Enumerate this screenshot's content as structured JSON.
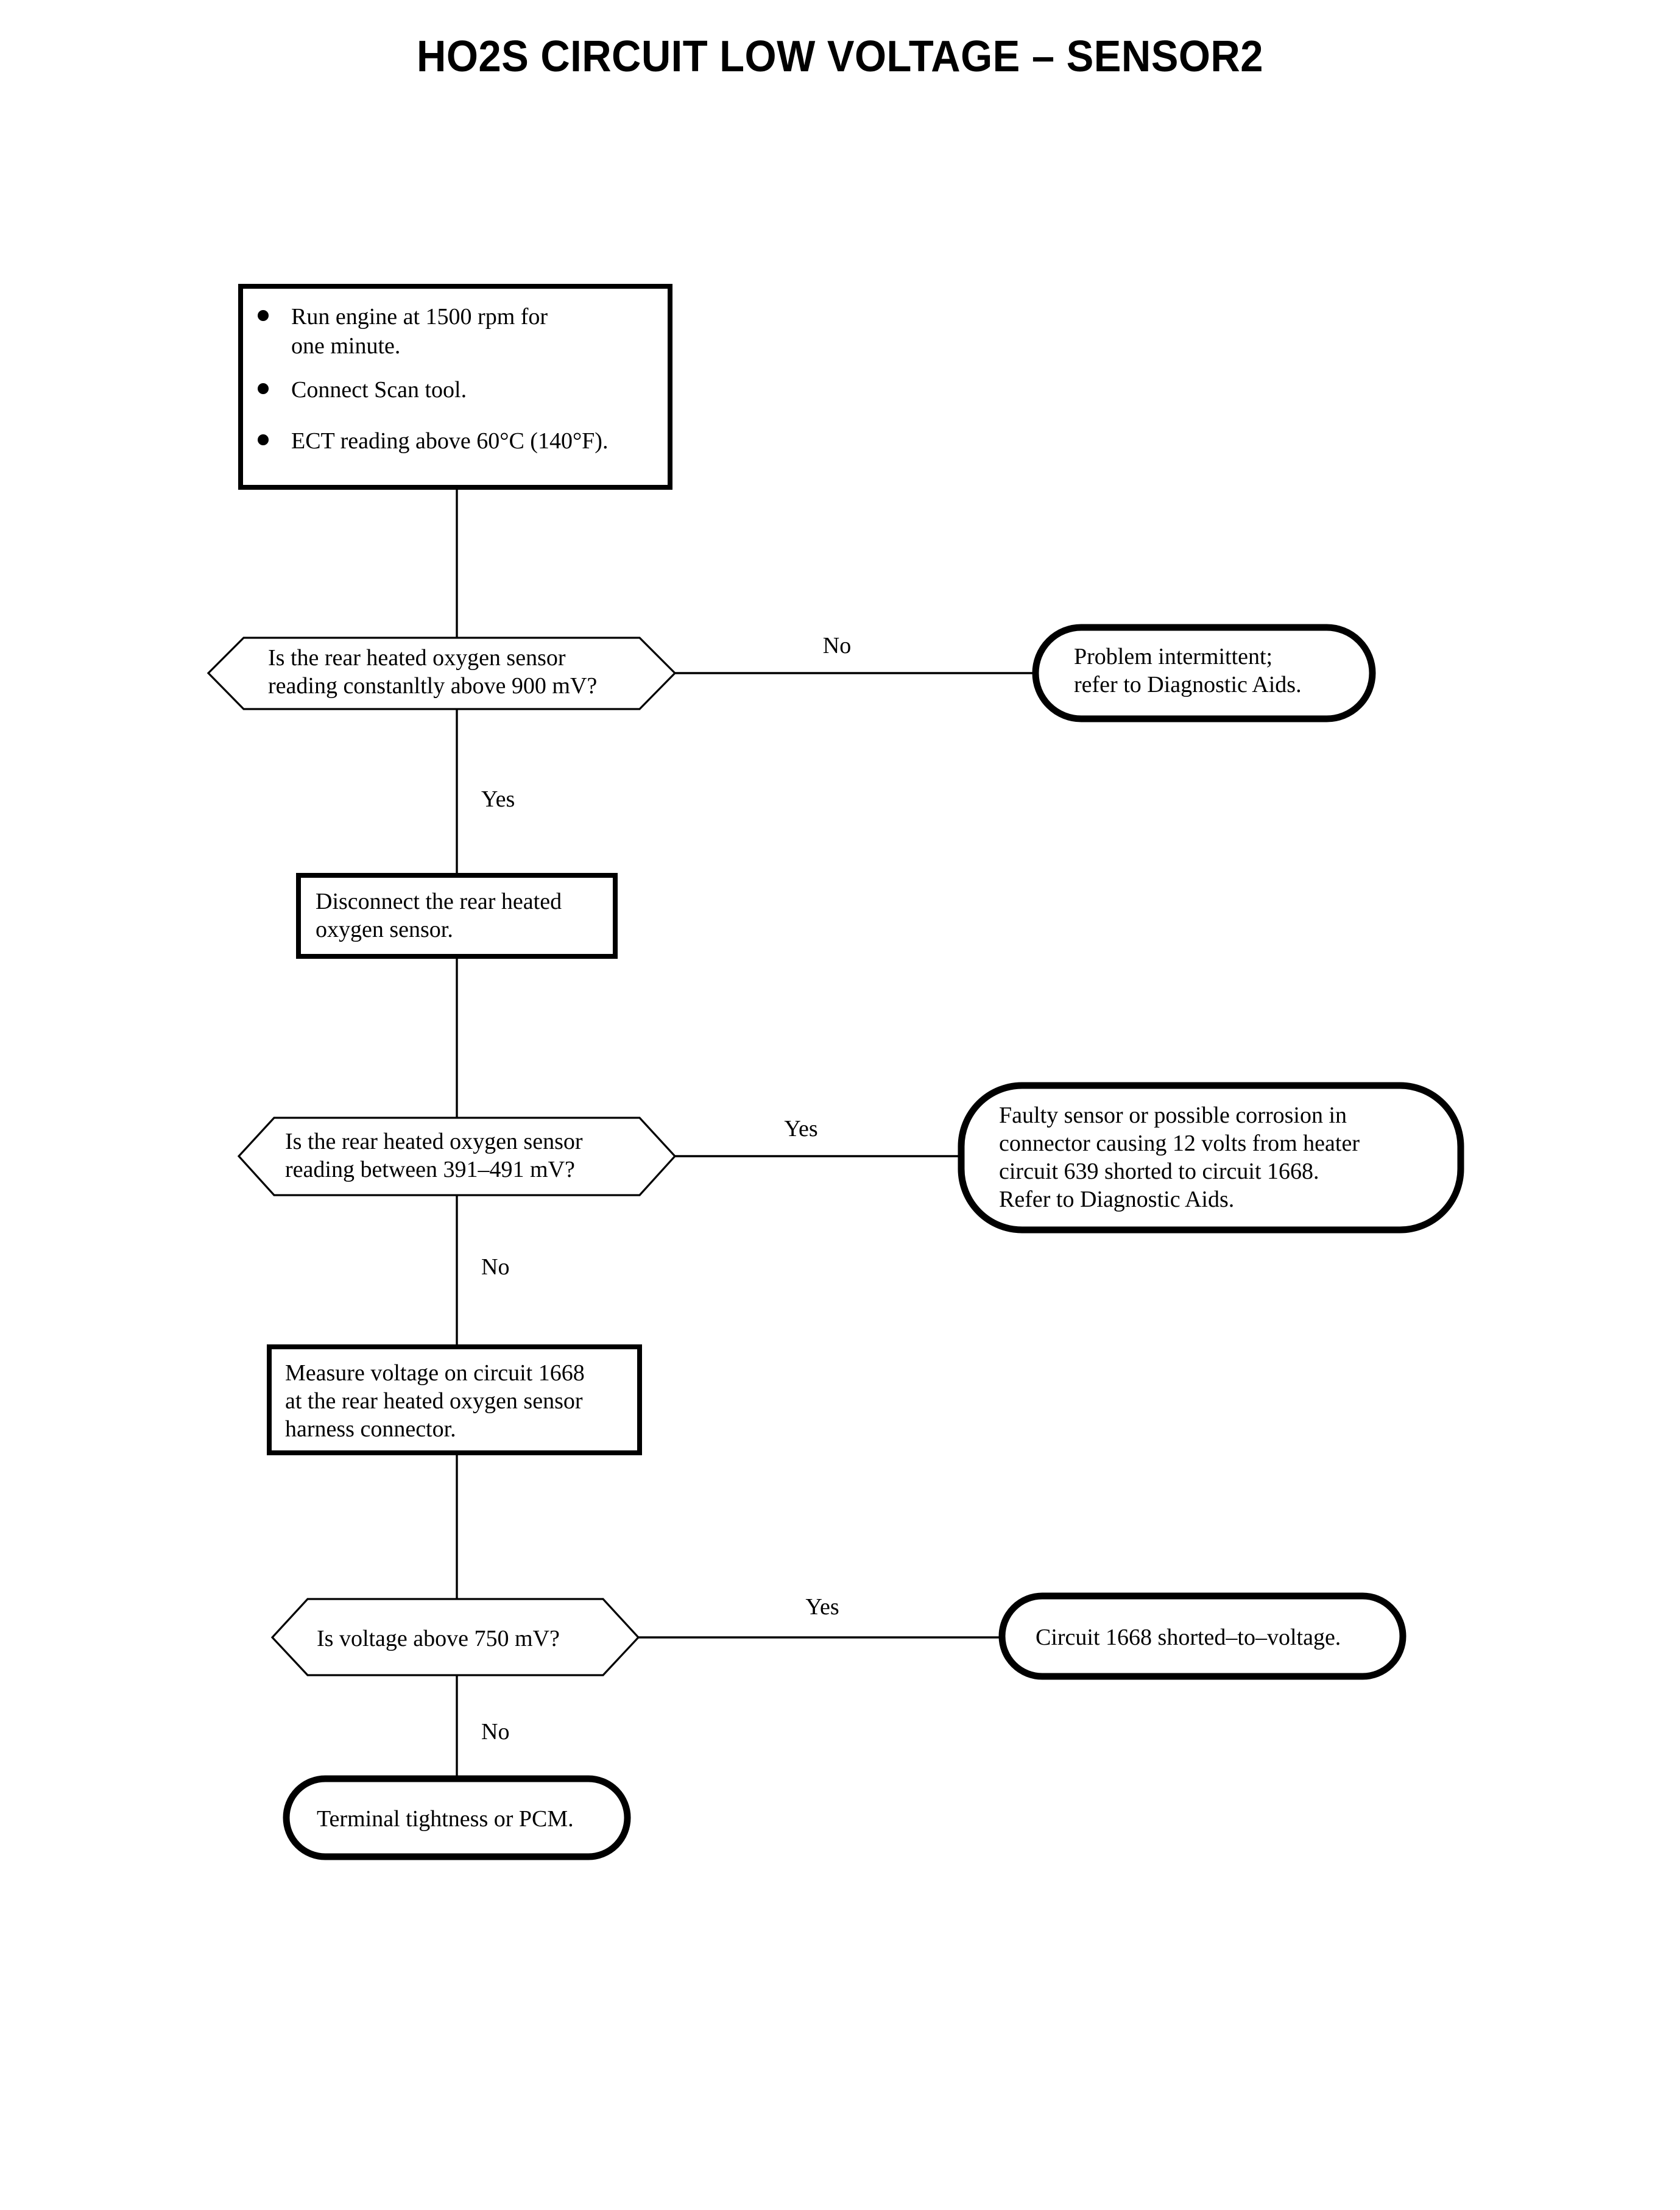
{
  "document": {
    "title": "HO2S CIRCUIT LOW VOLTAGE – SENSOR2"
  },
  "chart_data": {
    "type": "diagram",
    "diagram_kind": "flowchart",
    "title": "HO2S CIRCUIT LOW VOLTAGE – SENSOR2",
    "orientation": "top-to-bottom with right branches",
    "nodes": [
      {
        "id": "n1",
        "shape": "process",
        "lines": [
          "Run engine at 1500 rpm for",
          "one minute.",
          "Connect Scan tool.",
          "ECT reading above 60°C (140°F)."
        ]
      },
      {
        "id": "n2",
        "shape": "decision",
        "lines": [
          "Is the rear heated oxygen sensor",
          "reading constanltly above 900 mV?"
        ]
      },
      {
        "id": "n3",
        "shape": "terminator",
        "lines": [
          "Problem intermittent;",
          "refer to Diagnostic Aids."
        ]
      },
      {
        "id": "n4",
        "shape": "process",
        "lines": [
          "Disconnect the rear heated",
          "oxygen sensor."
        ]
      },
      {
        "id": "n5",
        "shape": "decision",
        "lines": [
          "Is the rear heated oxygen sensor",
          "reading between 391–491 mV?"
        ]
      },
      {
        "id": "n6",
        "shape": "terminator",
        "lines": [
          "Faulty sensor or possible corrosion in",
          "connector causing 12 volts from heater",
          "circuit 639 shorted to circuit 1668.",
          "Refer to Diagnostic Aids."
        ]
      },
      {
        "id": "n7",
        "shape": "process",
        "lines": [
          "Measure voltage on circuit 1668",
          "at the rear heated oxygen sensor",
          "harness connector."
        ]
      },
      {
        "id": "n8",
        "shape": "decision",
        "lines": [
          "Is voltage above 750 mV?"
        ]
      },
      {
        "id": "n9",
        "shape": "terminator",
        "lines": [
          "Circuit 1668 shorted–to–voltage."
        ]
      },
      {
        "id": "n10",
        "shape": "terminator",
        "lines": [
          "Terminal tightness or PCM."
        ]
      }
    ],
    "edges": [
      {
        "from": "n1",
        "to": "n2",
        "label": ""
      },
      {
        "from": "n2",
        "to": "n3",
        "label": "No"
      },
      {
        "from": "n2",
        "to": "n4",
        "label": "Yes"
      },
      {
        "from": "n4",
        "to": "n5",
        "label": ""
      },
      {
        "from": "n5",
        "to": "n6",
        "label": "Yes"
      },
      {
        "from": "n5",
        "to": "n7",
        "label": "No"
      },
      {
        "from": "n7",
        "to": "n8",
        "label": ""
      },
      {
        "from": "n8",
        "to": "n9",
        "label": "Yes"
      },
      {
        "from": "n8",
        "to": "n10",
        "label": "No"
      }
    ]
  },
  "steps": {
    "start_box": {
      "bullets": [
        {
          "line1": "Run engine at 1500 rpm for",
          "line2": "one minute."
        },
        {
          "line1": "Connect Scan tool.",
          "line2": ""
        },
        {
          "line1": "ECT reading above 60°C (140°F).",
          "line2": ""
        }
      ]
    },
    "decision_1": {
      "line1": "Is the rear heated oxygen sensor",
      "line2": "reading constanltly above 900 mV?"
    },
    "result_1": {
      "line1": "Problem intermittent;",
      "line2": "refer to Diagnostic Aids."
    },
    "process_2": {
      "line1": "Disconnect the rear heated",
      "line2": "oxygen sensor."
    },
    "decision_2": {
      "line1": "Is the rear heated oxygen sensor",
      "line2": "reading between 391–491 mV?"
    },
    "result_2": {
      "line1": "Faulty sensor or possible corrosion in",
      "line2": "connector causing 12 volts from heater",
      "line3": "circuit 639 shorted to circuit 1668.",
      "line4": "Refer to Diagnostic Aids."
    },
    "process_3": {
      "line1": "Measure voltage on circuit 1668",
      "line2": "at the rear heated oxygen sensor",
      "line3": "harness connector."
    },
    "decision_3": {
      "line1": "Is voltage above 750 mV?"
    },
    "result_3": {
      "line1": "Circuit 1668 shorted–to–voltage."
    },
    "result_4": {
      "line1": "Terminal tightness or PCM."
    }
  },
  "edge_labels": {
    "d1_no": "No",
    "d1_yes": "Yes",
    "d2_yes": "Yes",
    "d2_no": "No",
    "d3_yes": "Yes",
    "d3_no": "No"
  },
  "colors": {
    "ink": "#000000",
    "paper": "#ffffff"
  }
}
